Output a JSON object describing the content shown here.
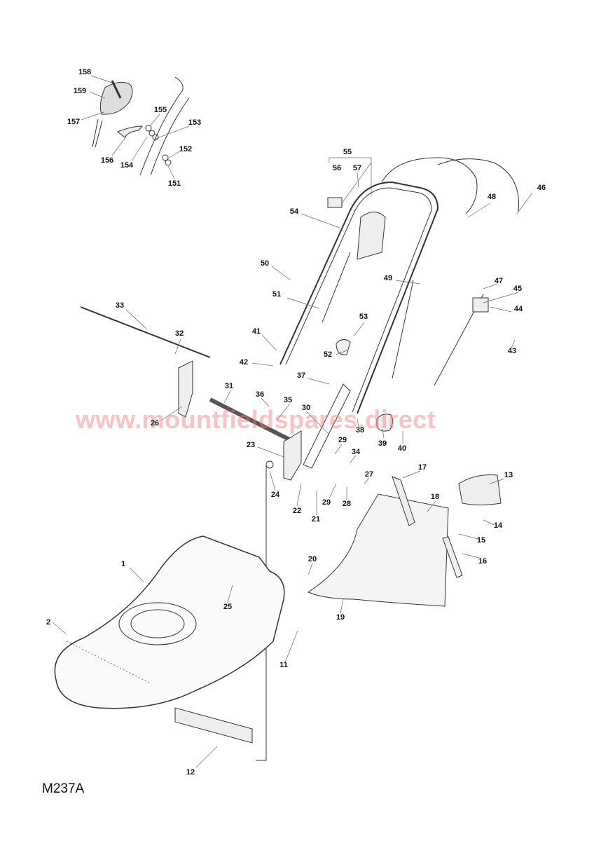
{
  "diagram_code": "M237A",
  "watermark": "www.mountfieldspares.direct",
  "callouts": [
    "158",
    "159",
    "157",
    "155",
    "153",
    "156",
    "154",
    "152",
    "151",
    "55",
    "56",
    "57",
    "46",
    "48",
    "54",
    "50",
    "49",
    "47",
    "45",
    "51",
    "44",
    "53",
    "33",
    "32",
    "41",
    "52",
    "43",
    "42",
    "37",
    "31",
    "36",
    "35",
    "30",
    "26",
    "38",
    "39",
    "40",
    "29",
    "23",
    "34",
    "17",
    "13",
    "27",
    "24",
    "22",
    "29",
    "28",
    "21",
    "18",
    "14",
    "15",
    "16",
    "20",
    "1",
    "25",
    "19",
    "2",
    "11",
    "12"
  ]
}
